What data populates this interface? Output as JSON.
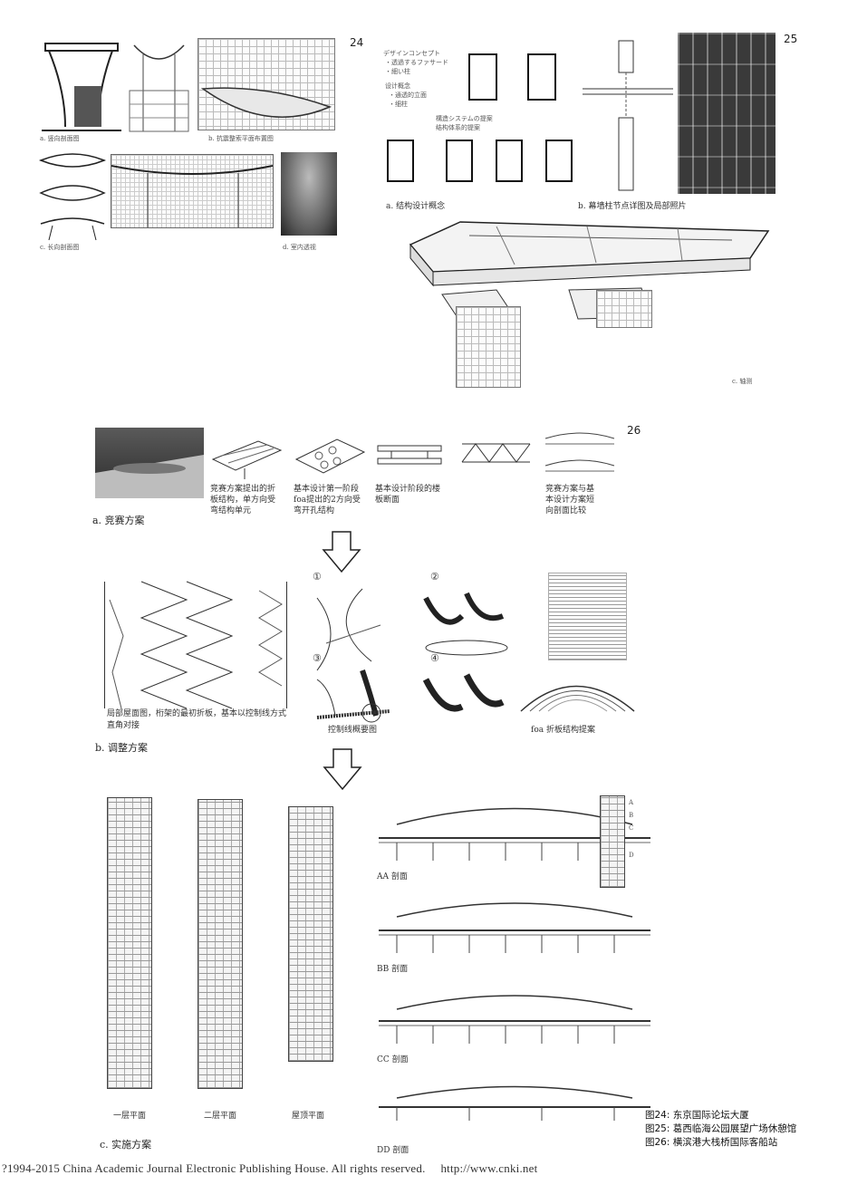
{
  "fig24": {
    "number": "24",
    "captions": {
      "a": "a. 竖向剖面图",
      "b": "b. 抗震整索平面布置图",
      "c": "c. 长向剖面图",
      "d": "d. 室内透视"
    }
  },
  "fig25": {
    "number": "25",
    "sketch_text": {
      "concept_jp": "デザインコンセプト",
      "facade_jp": "・透過するファサード",
      "column_jp": "・細い柱",
      "concept_cn": "设计概念",
      "facade_cn": "・通透的立面",
      "column_cn": "・细柱",
      "structure_jp": "構造システムの提案",
      "structure_cn": "结构体系的提案"
    },
    "captions": {
      "a": "a. 结构设计概念",
      "b": "b. 幕墙柱节点详图及局部照片",
      "c": "c. 轴测"
    }
  },
  "fig26": {
    "number": "26",
    "competition_items": [
      "竞赛方案提出的折板结构，单方向受弯结构单元",
      "基本设计第一阶段foa提出的2方向受弯开孔结构",
      "基本设计阶段的楼板断面",
      "竞赛方案与基本设计方案短向剖面比较"
    ],
    "section_a": "a. 竞赛方案",
    "adjust_circles": [
      "①",
      "②",
      "③",
      "④"
    ],
    "adjust_captions": {
      "roof": "局部屋面图，桁架的最初折板，基本以控制线方式直角对接",
      "control": "控制线概要图",
      "foa": "foa 折板结构提案"
    },
    "section_b": "b. 调整方案",
    "plan_labels": [
      "一层平面",
      "二层平面",
      "屋顶平面"
    ],
    "section_labels": [
      "AA 剖面",
      "BB 剖面",
      "CC 剖面",
      "DD 剖面"
    ],
    "key_letters": [
      "A",
      "B",
      "C",
      "D"
    ],
    "section_c": "c. 实施方案"
  },
  "legend": [
    "图24: 东京国际论坛大厦",
    "图25: 葛西临海公园展望广场休憩馆",
    "图26: 横滨港大栈桥国际客船站"
  ],
  "footer": {
    "copyright": "?1994-2015 China Academic Journal Electronic Publishing House. All rights reserved.",
    "url": "http://www.cnki.net"
  }
}
